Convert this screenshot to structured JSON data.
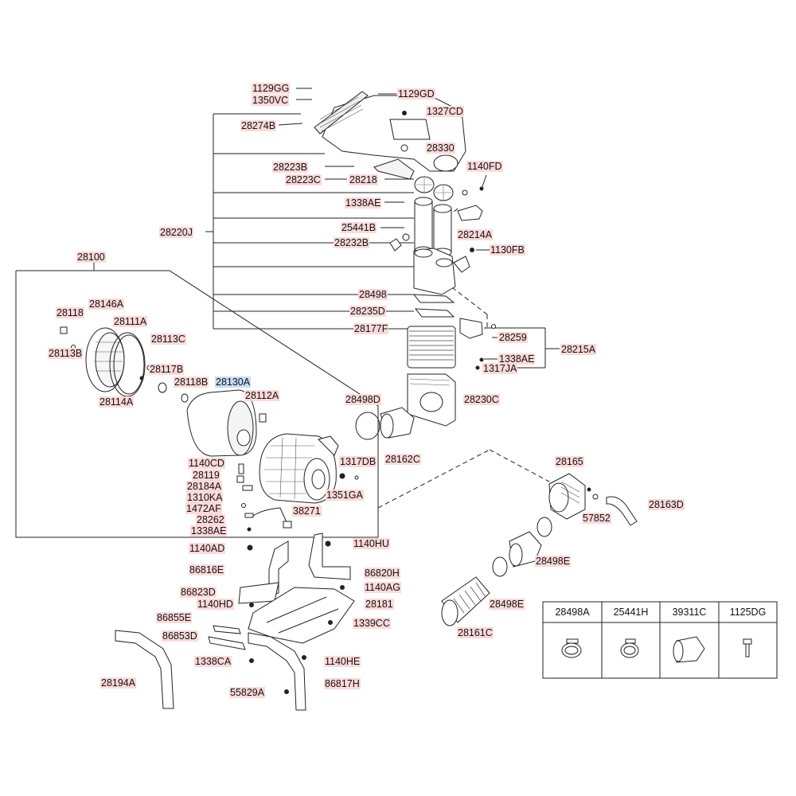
{
  "labels": {
    "l1129GG": "1129GG",
    "l1350VC": "1350VC",
    "l1129GD": "1129GD",
    "l1327CD": "1327CD",
    "l28274B": "28274B",
    "l28330": "28330",
    "l1140FD": "1140FD",
    "l28223B": "28223B",
    "l28223C": "28223C",
    "l28218": "28218",
    "l1338AE_top": "1338AE",
    "l28220J": "28220J",
    "l25441B": "25441B",
    "l28214A": "28214A",
    "l28232B": "28232B",
    "l1130FB": "1130FB",
    "l28100": "28100",
    "l28498_top": "28498",
    "l28235D": "28235D",
    "l28177F": "28177F",
    "l28259": "28259",
    "l28215A": "28215A",
    "l1338AE_right": "1338AE",
    "l1317JA": "1317JA",
    "l28118": "28118",
    "l28146A": "28146A",
    "l28111A": "28111A",
    "l28113C": "28113C",
    "l28113B": "28113B",
    "l28117B": "28117B",
    "l28118B": "28118B",
    "l28130A": "28130A",
    "l28114A": "28114A",
    "l28112A": "28112A",
    "l28498D": "28498D",
    "l28230C": "28230C",
    "l28162C": "28162C",
    "l1140CD": "1140CD",
    "l28119": "28119",
    "l28184A": "28184A",
    "l1310KA": "1310KA",
    "l1472AF": "1472AF",
    "l28262": "28262",
    "l1338AE_mid": "1338AE",
    "l1317DB": "1317DB",
    "l1351GA": "1351GA",
    "l38271": "38271",
    "l28165": "28165",
    "l28163D": "28163D",
    "l57852": "57852",
    "l1140AD": "1140AD",
    "l1140HU": "1140HU",
    "l86816E": "86816E",
    "l86820H": "86820H",
    "l86823D": "86823D",
    "l1140AG": "1140AG",
    "l1140HD": "1140HD",
    "l28181": "28181",
    "l86855E": "86855E",
    "l1339CC": "1339CC",
    "l86853D": "86853D",
    "l28498E_1": "28498E",
    "l28498E_2": "28498E",
    "l28161C": "28161C",
    "l1338CA": "1338CA",
    "l1140HE": "1140HE",
    "l28194A": "28194A",
    "l55829A": "55829A",
    "l86817H": "86817H"
  },
  "legend": {
    "headers": [
      "28498A",
      "25441H",
      "39311C",
      "1125DG"
    ],
    "icons": [
      "hose-clamp-icon",
      "small-hose-clamp-icon",
      "hose-connector-icon",
      "bolt-icon"
    ]
  },
  "colors": {
    "label_highlight": "#fbd9d9",
    "selected_highlight": "#c9dcf5",
    "line": "#222222"
  }
}
